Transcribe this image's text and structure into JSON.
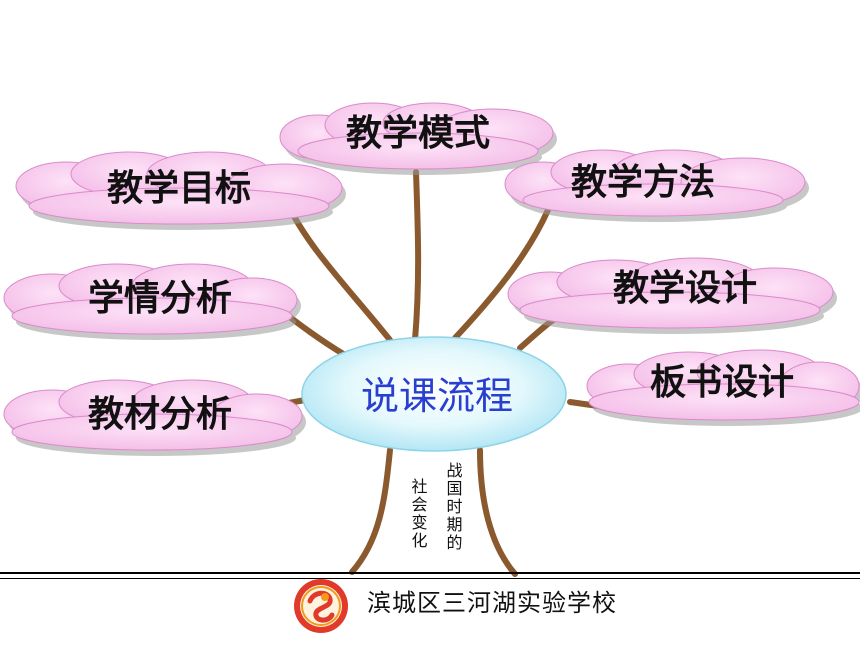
{
  "center": {
    "label": "说课流程"
  },
  "nodes": [
    {
      "id": "teaching-model",
      "label": "教学模式"
    },
    {
      "id": "teaching-goals",
      "label": "教学目标"
    },
    {
      "id": "teaching-methods",
      "label": "教学方法"
    },
    {
      "id": "student-analysis",
      "label": "学情分析"
    },
    {
      "id": "teaching-design",
      "label": "教学设计"
    },
    {
      "id": "textbook-analysis",
      "label": "教材分析"
    },
    {
      "id": "blackboard-design",
      "label": "板书设计"
    }
  ],
  "trunk_text": {
    "left": "社会变化",
    "right": "战国时期的"
  },
  "footer": {
    "school": "滨城区三河湖实验学校"
  },
  "colors": {
    "cloud_fill": "#f7c8ee",
    "cloud_shadow": "#9a9a9a",
    "branch": "#8a5a2e",
    "center_fill": "#dff6fb",
    "center_text": "#2a3fd0",
    "node_text": "#111111",
    "logo_red": "#e23a2a",
    "logo_orange": "#f29a1a"
  }
}
